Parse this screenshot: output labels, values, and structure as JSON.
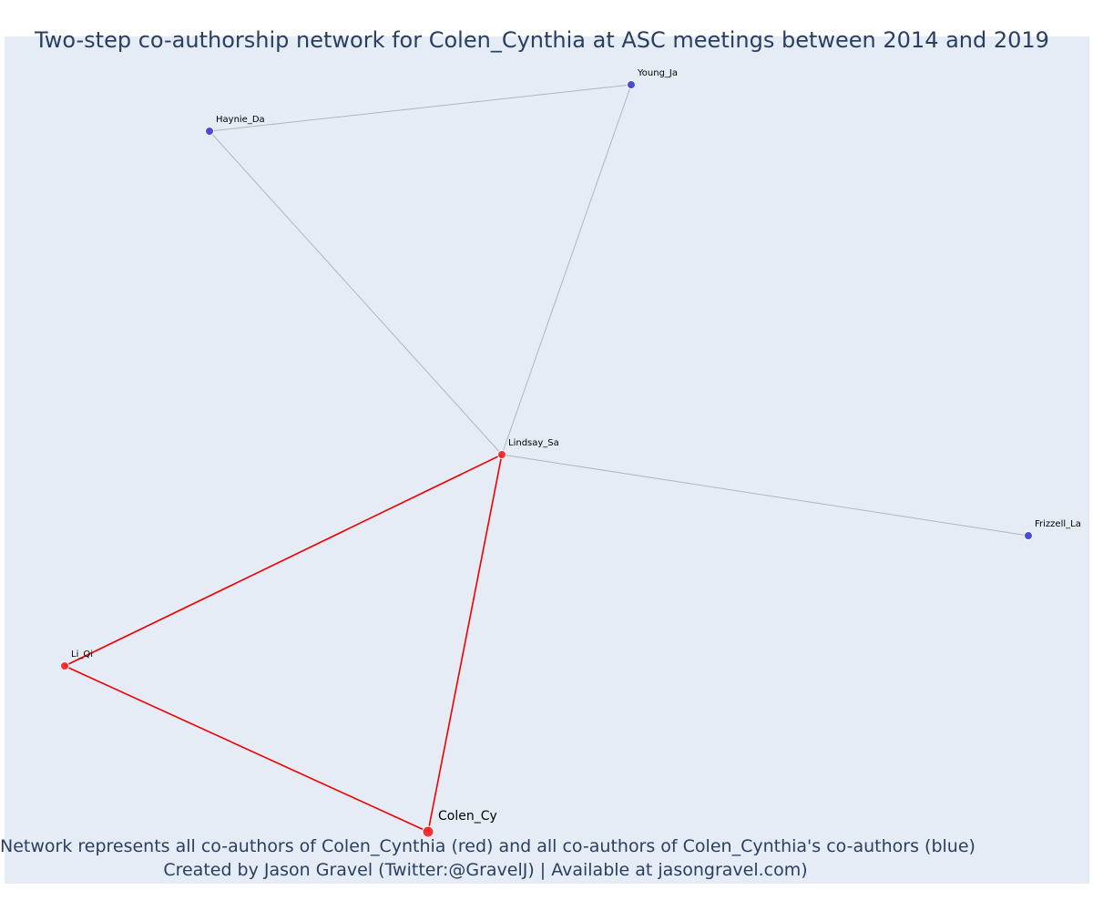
{
  "title": "Two-step co-authorship network for Colen_Cynthia at ASC meetings between 2014 and 2019",
  "caption": {
    "line1": "Network represents all co-authors of Colen_Cynthia (red) and all co-authors of Colen_Cynthia's co-authors (blue)",
    "line2": "Created by Jason Gravel (Twitter:@GravelJ) | Available at jasongravel.com)"
  },
  "colors": {
    "plot_background": "#e5ecf6",
    "focal": "#ee2222",
    "coauthor": "#ee2222",
    "second_step": "#3b3bd9",
    "edge_red": "#ee0000",
    "edge_gray": "#b0b4c4",
    "text": "#2a3f5f"
  },
  "network": {
    "nodes": [
      {
        "id": "colen",
        "label": "Colen_Cy",
        "group": "focal"
      },
      {
        "id": "lindsay",
        "label": "Lindsay_Sa",
        "group": "coauthor"
      },
      {
        "id": "li",
        "label": "Li_Qi",
        "group": "coauthor"
      },
      {
        "id": "haynie",
        "label": "Haynie_Da",
        "group": "second_step"
      },
      {
        "id": "young",
        "label": "Young_Ja",
        "group": "second_step"
      },
      {
        "id": "frizzell",
        "label": "Frizzell_La",
        "group": "second_step"
      }
    ],
    "edges": [
      {
        "source": "colen",
        "target": "lindsay",
        "type": "red"
      },
      {
        "source": "colen",
        "target": "li",
        "type": "red"
      },
      {
        "source": "li",
        "target": "lindsay",
        "type": "red"
      },
      {
        "source": "lindsay",
        "target": "haynie",
        "type": "gray"
      },
      {
        "source": "lindsay",
        "target": "young",
        "type": "gray"
      },
      {
        "source": "haynie",
        "target": "young",
        "type": "gray"
      },
      {
        "source": "lindsay",
        "target": "frizzell",
        "type": "gray"
      }
    ]
  }
}
